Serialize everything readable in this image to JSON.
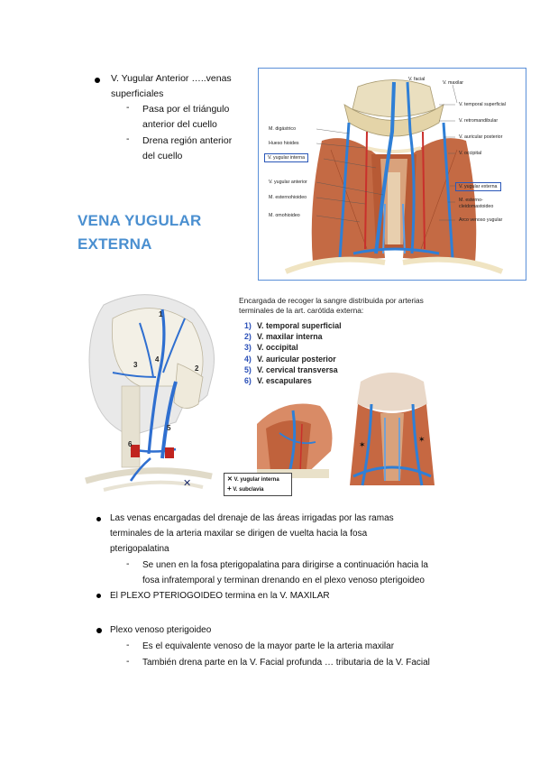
{
  "top_bullets": {
    "item1_line1": "V. Yugular Anterior …..venas",
    "item1_line2": "superficiales",
    "sub1_line1": "Pasa por el triángulo",
    "sub1_line2": "anterior del cuello",
    "sub2_line1": "Drena región anterior",
    "sub2_line2": "del cuello",
    "dash": "-"
  },
  "heading": {
    "line1": "VENA YUGULAR",
    "line2": "EXTERNA"
  },
  "figure1_labels": {
    "v_facial": "V. facial",
    "v_maxilar": "V. maxilar",
    "v_temporal_superficial": "V. temporal superficial",
    "v_retromandibular": "V. retromandibular",
    "v_auricular_posterior": "V. auricular posterior",
    "v_occipital": "V. occipital",
    "m_digastrico": "M. digástrico",
    "hueso_hioides": "Hueso hioides",
    "v_yugular_interna": "V. yugular interna",
    "v_yugular_anterior": "V. yugular anterior",
    "m_esternohioideo": "M. esternohioideo",
    "m_omohioideo": "M. omohioideo",
    "v_yugular_externa": "V. yugular externa",
    "m_esternocleidomastoideo_1": "M. esterno-",
    "m_esternocleidomastoideo_2": "cleidomastoideo",
    "arco_venoso": "Arco venoso yugular"
  },
  "figure2": {
    "intro_line1": "Encargada de recoger la sangre distribuida por arterias",
    "intro_line2": "terminales de la art. carótida externa:",
    "items": [
      {
        "num": "1)",
        "text": "V. temporal superficial"
      },
      {
        "num": "2)",
        "text": "V. maxilar interna"
      },
      {
        "num": "3)",
        "text": "V. occipital"
      },
      {
        "num": "4)",
        "text": "V. auricular posterior"
      },
      {
        "num": "5)",
        "text": "V. cervical transversa"
      },
      {
        "num": "6)",
        "text": "V. escapulares"
      }
    ],
    "legend_1": "V. yugular interna",
    "legend_2": "V. subclavia",
    "skull_nums": [
      "1",
      "2",
      "3",
      "4",
      "5",
      "6"
    ]
  },
  "bottom_bullets": {
    "b1_line1": "Las venas encargadas del drenaje de las áreas irrigadas por las ramas",
    "b1_line2": "terminales de la arteria maxilar se dirigen de vuelta hacia la fosa",
    "b1_line3": "pterigopalatina",
    "b1_sub_line1": "Se unen en la fosa pterigopalatina para dirigirse a continuación hacia la",
    "b1_sub_line2": "fosa infratemporal y terminan drenando en el plexo venoso pterigoideo",
    "b2": "El PLEXO PTERIOGOIDEO termina en la V. MAXILAR",
    "b3": "Plexo venoso pterigoideo",
    "b3_sub1": "Es el equivalente venoso de la mayor parte le la arteria maxilar",
    "b3_sub2": "También drena parte en la V. Facial profunda … tributaria de la V. Facial"
  },
  "colors": {
    "heading": "#4a8fd0",
    "frame": "#5a8fd8",
    "vein": "#2f7fd6",
    "muscle": "#c0633d"
  }
}
